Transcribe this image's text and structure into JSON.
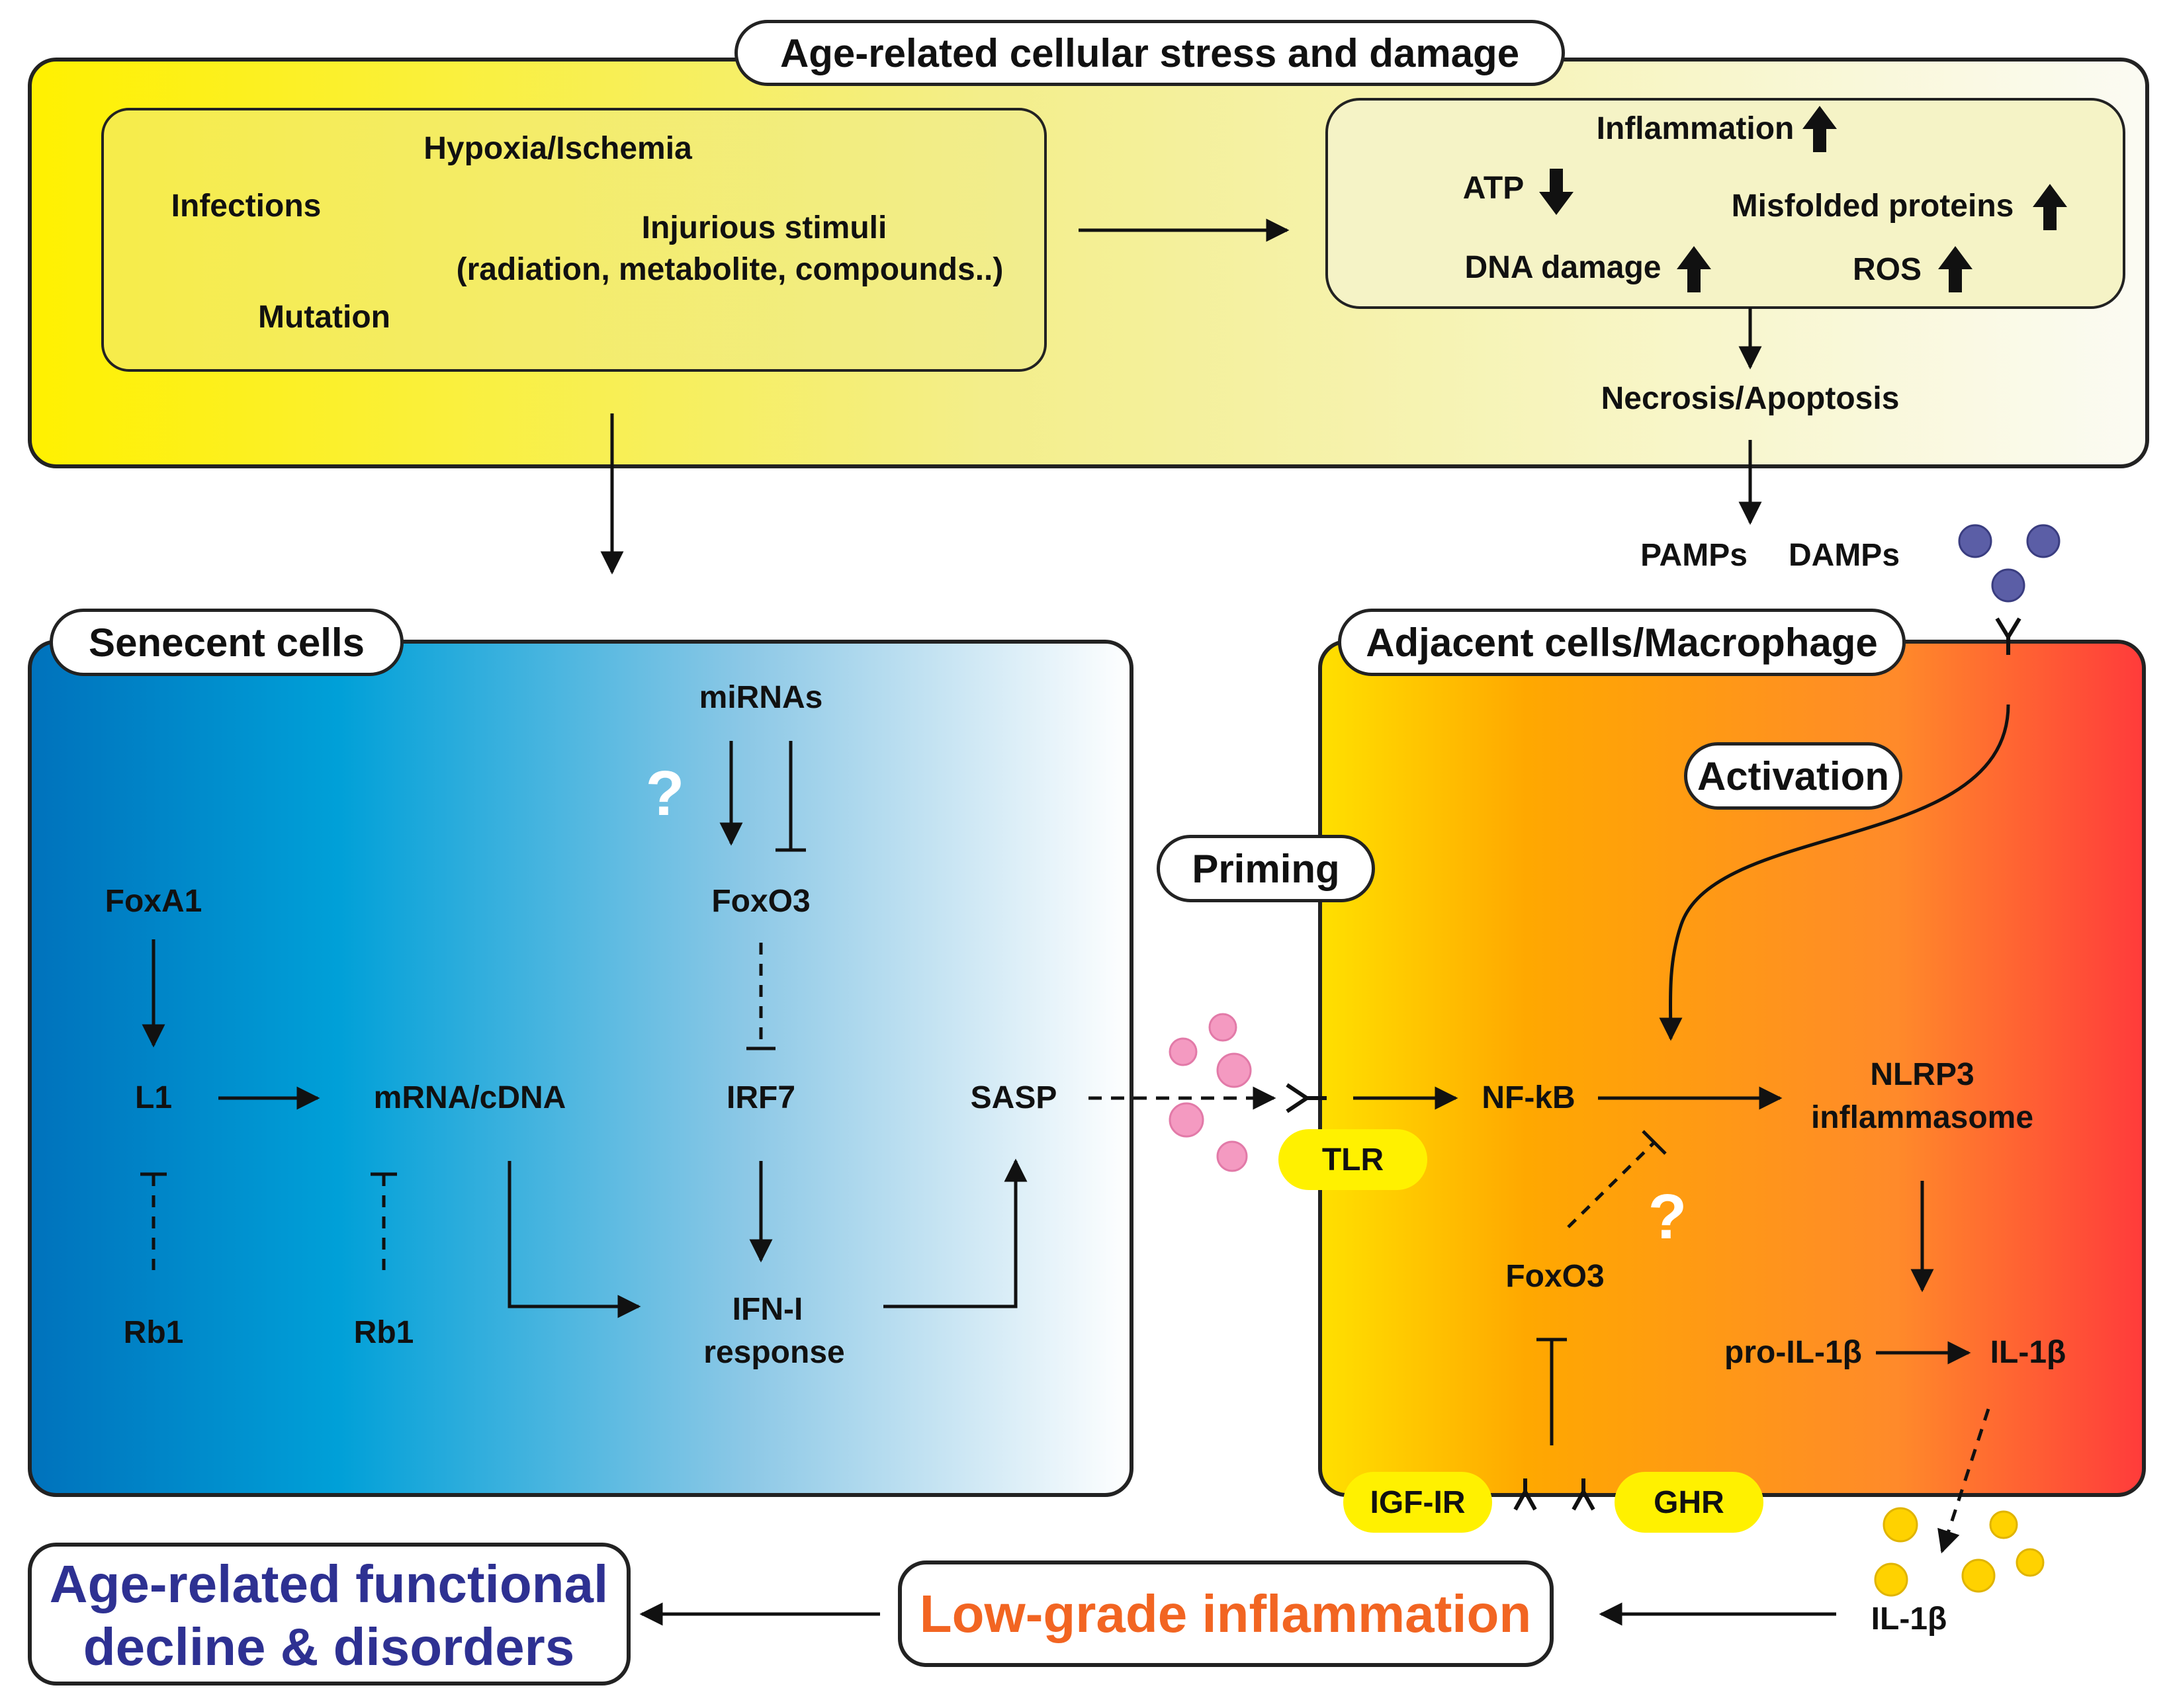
{
  "top_panel": {
    "title": "Age-related cellular stress and damage",
    "stressors": {
      "hypoxia": "Hypoxia/Ischemia",
      "infections": "Infections",
      "injurious_line1": "Injurious stimuli",
      "injurious_line2": "(radiation, metabolite, compounds..)",
      "mutation": "Mutation"
    },
    "effects": {
      "inflammation": "Inflammation",
      "atp": "ATP",
      "misfolded": "Misfolded proteins",
      "dna_damage": "DNA damage",
      "ros": "ROS"
    },
    "necrosis": "Necrosis/Apoptosis"
  },
  "pamps": "PAMPs",
  "damps": "DAMPs",
  "senescent": {
    "title": "Senecent cells",
    "mirnas": "miRNAs",
    "question": "?",
    "foxa1": "FoxA1",
    "foxo3": "FoxO3",
    "l1": "L1",
    "mrna": "mRNA/cDNA",
    "irf7": "IRF7",
    "sasp": "SASP",
    "rb1_left": "Rb1",
    "rb1_right": "Rb1",
    "ifn_line1": "IFN-I",
    "ifn_line2": "response"
  },
  "priming": "Priming",
  "adjacent": {
    "title": "Adjacent cells/Macrophage",
    "activation": "Activation",
    "tlr": "TLR",
    "nfkb": "NF-kB",
    "nlrp3_line1": "NLRP3",
    "nlrp3_line2": "inflammasome",
    "question": "?",
    "foxo3": "FoxO3",
    "pro_il1b": "pro-IL-1β",
    "il1b": "IL-1β",
    "igf_ir": "IGF-IR",
    "ghr": "GHR"
  },
  "il1b_out": "IL-1β",
  "low_grade": "Low-grade inflammation",
  "outcome_line1": "Age-related functional",
  "outcome_line2": "decline & disorders",
  "colors": {
    "yellow": "#fff100",
    "blue_dark": "#0072bc",
    "blue_mid": "#00a0d8",
    "orange": "#ffa000",
    "red": "#ff3b3b",
    "navy_text": "#2e3192",
    "orange_text": "#f26522",
    "particle_blue": "#5b5ea6",
    "particle_pink": "#f49ac1",
    "particle_yellow": "#ffd200"
  }
}
